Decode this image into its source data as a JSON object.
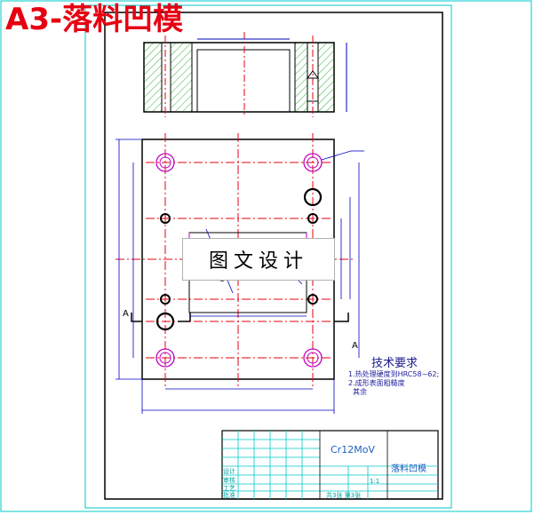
{
  "title": "A3-落料凹模",
  "watermark": "图文设计",
  "section_label": "A",
  "technical_requirements": {
    "heading": "技术要求",
    "lines": [
      "1.热处理硬度到HRC58~62;",
      "2.成形表面粗糙度",
      "其余"
    ]
  },
  "title_block": {
    "material": "Cr12MoV",
    "part_name": "落料凹模",
    "scale": "1:1",
    "sheet": "共3张 第3张",
    "labels": [
      "设计",
      "审核",
      "工艺",
      "批准"
    ]
  },
  "colors": {
    "title": "#e60012",
    "outline": "#000000",
    "center_line": "#e60012",
    "hole": "#c000c0",
    "dimension": "#0000c0",
    "hatch": "#00a000",
    "title_block": "#00c8c8"
  }
}
